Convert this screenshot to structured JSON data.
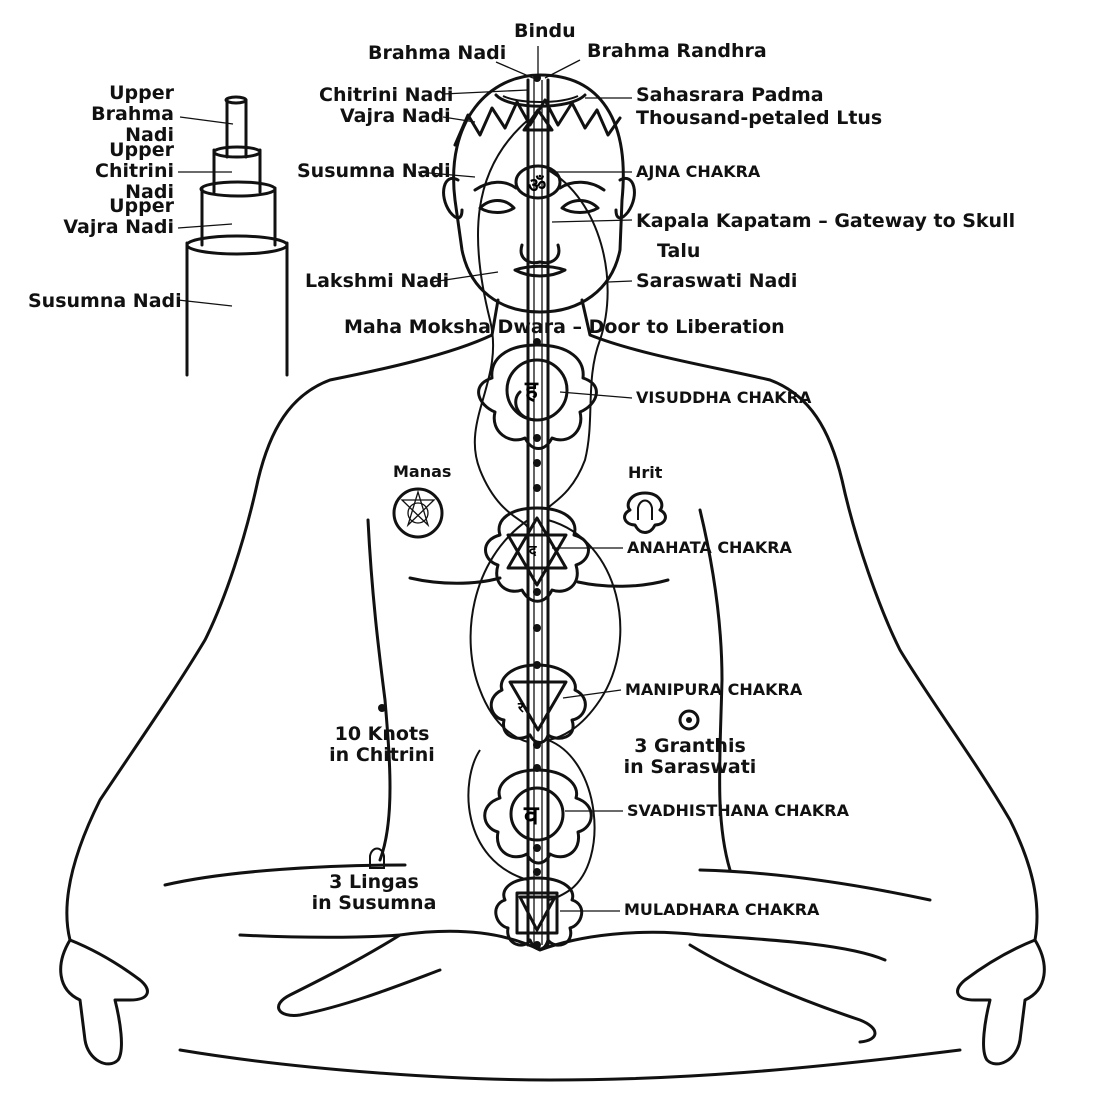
{
  "cylinder_labels": {
    "upper_brahma": "Upper\nBrahma Nadi",
    "upper_chitrini": "Upper\nChitrini Nadi",
    "upper_vajra": "Upper\nVajra Nadi",
    "susumna": "Susumna Nadi"
  },
  "head_labels": {
    "bindu": "Bindu",
    "brahma_nadi": "Brahma Nadi",
    "brahma_randhra": "Brahma Randhra",
    "chitrini_nadi": "Chitrini Nadi",
    "vajra_nadi": "Vajra Nadi",
    "sahasrara": "Sahasrara Padma",
    "thousand_petaled": "Thousand-petaled Ltus",
    "susumna_nadi": "Susumna Nadi",
    "ajna": "AJNA CHAKRA",
    "kapala": "Kapala Kapatam – Gateway to Skull",
    "talu": "Talu",
    "lakshmi": "Lakshmi Nadi",
    "saraswati": "Saraswati Nadi",
    "maha_moksha": "Maha Moksha Dwara – Door to Liberation"
  },
  "chakra_labels": {
    "visuddha": "VISUDDHA CHAKRA",
    "anahata": "ANAHATA CHAKRA",
    "manipura": "MANIPURA CHAKRA",
    "svadhisthana": "SVADHISTHANA CHAKRA",
    "muladhara": "MULADHARA CHAKRA"
  },
  "body_labels": {
    "manas": "Manas",
    "hrit": "Hrit",
    "knots": "10 Knots\nin Chitrini",
    "granthis": "3 Granthis\nin Saraswati",
    "lingas": "3 Lingas\nin Susumna"
  }
}
